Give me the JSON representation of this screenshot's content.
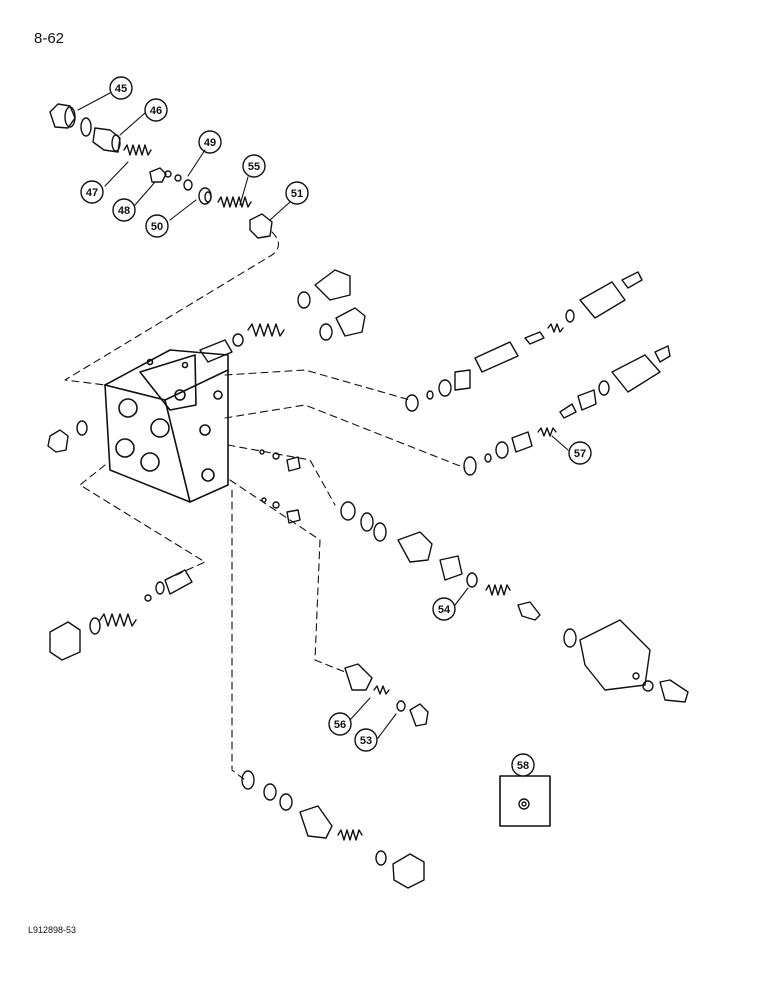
{
  "page_number": "8-62",
  "figure_code": "L912898-53",
  "callouts": {
    "c45": "45",
    "c46": "46",
    "c47": "47",
    "c48": "48",
    "c49": "49",
    "c50": "50",
    "c51": "51",
    "c53": "53",
    "c54": "54",
    "c55": "55",
    "c56": "56",
    "c57": "57",
    "c58": "58"
  }
}
